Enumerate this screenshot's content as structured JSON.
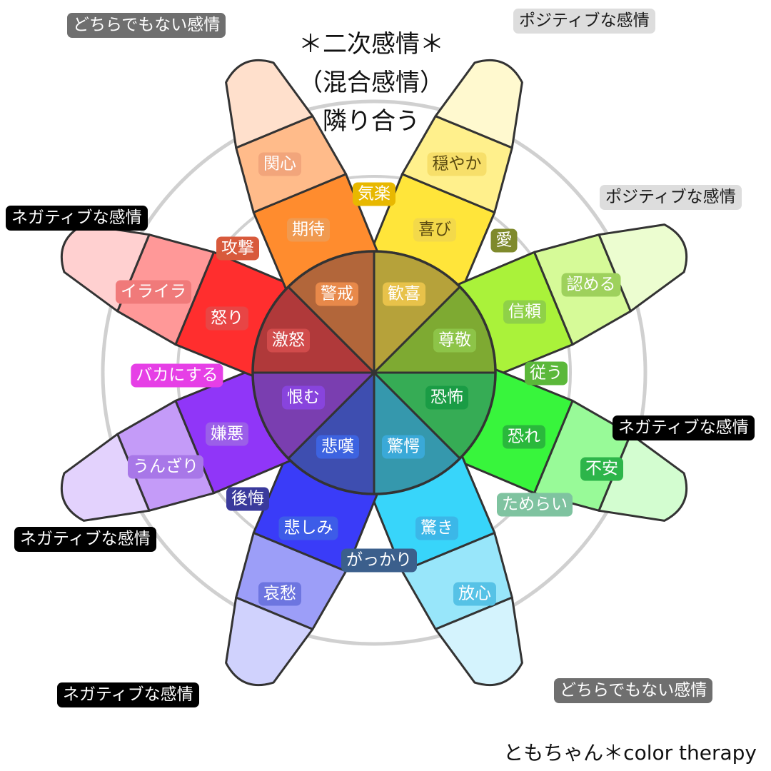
{
  "title": {
    "line1": "＊二次感情＊",
    "line2": "（混合感情）",
    "line3": "隣り合う"
  },
  "credit": "ともちゃん＊color therapy",
  "petals": [
    {
      "id": "yellow",
      "center": "歓喜",
      "mid": "喜び",
      "outer": "穏やか",
      "colors": [
        "#b6a23a",
        "#ffe53a",
        "#fff08c",
        "#fff9cf"
      ]
    },
    {
      "id": "lime",
      "center": "尊敬",
      "mid": "信頼",
      "outer": "認める",
      "colors": [
        "#7eaa32",
        "#aaf23a",
        "#d6fa98",
        "#ecfdd0"
      ]
    },
    {
      "id": "green",
      "center": "恐怖",
      "mid": "恐れ",
      "outer": "不安",
      "colors": [
        "#36ac55",
        "#38f53c",
        "#98fa98",
        "#d3fdd0"
      ]
    },
    {
      "id": "cyan",
      "center": "驚愕",
      "mid": "驚き",
      "outer": "放心",
      "colors": [
        "#3598ad",
        "#38d5fa",
        "#98e6fa",
        "#d4f3fd"
      ]
    },
    {
      "id": "blue",
      "center": "悲嘆",
      "mid": "悲しみ",
      "outer": "哀愁",
      "colors": [
        "#3e4eb0",
        "#3a3cf8",
        "#9c9ef8",
        "#d0d2fd"
      ]
    },
    {
      "id": "purple",
      "center": "恨む",
      "mid": "嫌悪",
      "outer": "うんざり",
      "colors": [
        "#7a3eb0",
        "#9036f8",
        "#c49bf8",
        "#e3d2fd"
      ]
    },
    {
      "id": "red",
      "center": "激怒",
      "mid": "怒り",
      "outer": "イライラ",
      "colors": [
        "#b0393a",
        "#ff2e2e",
        "#ff9898",
        "#ffd0d0"
      ]
    },
    {
      "id": "orange",
      "center": "警戒",
      "mid": "期待",
      "outer": "関心",
      "colors": [
        "#b2663a",
        "#ff8c2e",
        "#ffbb8a",
        "#ffe0cc"
      ]
    }
  ],
  "secondary": {
    "kiraku": "気楽",
    "ai": "愛",
    "shitagau": "従う",
    "tamerai": "ためらい",
    "gakkari": "がっかり",
    "koukai": "後悔",
    "bakanisuru": "バカにする",
    "kougeki": "攻撃"
  },
  "categories": {
    "top_left": "どちらでもない感情",
    "top_right": "ポジティブな感情",
    "right_upper": "ポジティブな感情",
    "left_upper": "ネガティブな感情",
    "right_lower": "ネガティブな感情",
    "left_lower": "ネガティブな感情",
    "bottom_left": "ネガティブな感情",
    "bottom_right": "どちらでもない感情"
  }
}
